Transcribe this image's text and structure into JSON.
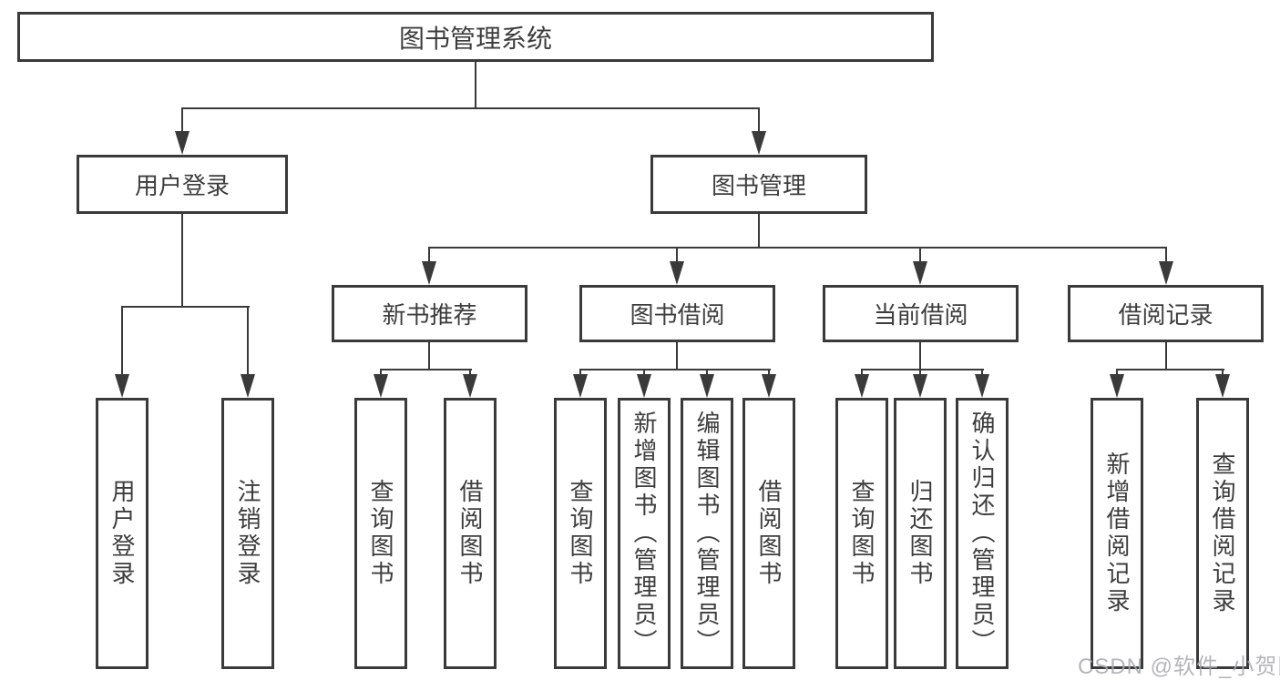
{
  "diagram": {
    "colors": {
      "line": "#3a3a3a",
      "box_border": "#3a3a3a",
      "text": "#3d3d3d",
      "background": "#ffffff",
      "watermark": "#a7a9ac"
    },
    "watermark": "CSDN @软件_小贺同学",
    "nodes": {
      "root": {
        "label": "图书管理系统"
      },
      "user_login": {
        "label": "用户登录"
      },
      "book_mgmt": {
        "label": "图书管理"
      },
      "new_book_rec": {
        "label": "新书推荐"
      },
      "book_borrow": {
        "label": "图书借阅"
      },
      "current_borrow": {
        "label": "当前借阅"
      },
      "borrow_record": {
        "label": "借阅记录"
      },
      "leaf_user_login": {
        "label": "用户登录"
      },
      "leaf_logout": {
        "label": "注销登录"
      },
      "leaf_query_book_1": {
        "label": "查询图书"
      },
      "leaf_borrow_book_1": {
        "label": "借阅图书"
      },
      "leaf_query_book_2": {
        "label": "查询图书"
      },
      "leaf_add_book": {
        "label": "新增图书（管理员）"
      },
      "leaf_edit_book": {
        "label": "编辑图书（管理员）"
      },
      "leaf_borrow_book_2": {
        "label": "借阅图书"
      },
      "leaf_query_book_3": {
        "label": "查询图书"
      },
      "leaf_return_book": {
        "label": "归还图书"
      },
      "leaf_confirm_return": {
        "label": "确认归还（管理员）"
      },
      "leaf_add_record": {
        "label": "新增借阅记录"
      },
      "leaf_query_record": {
        "label": "查询借阅记录"
      }
    }
  }
}
